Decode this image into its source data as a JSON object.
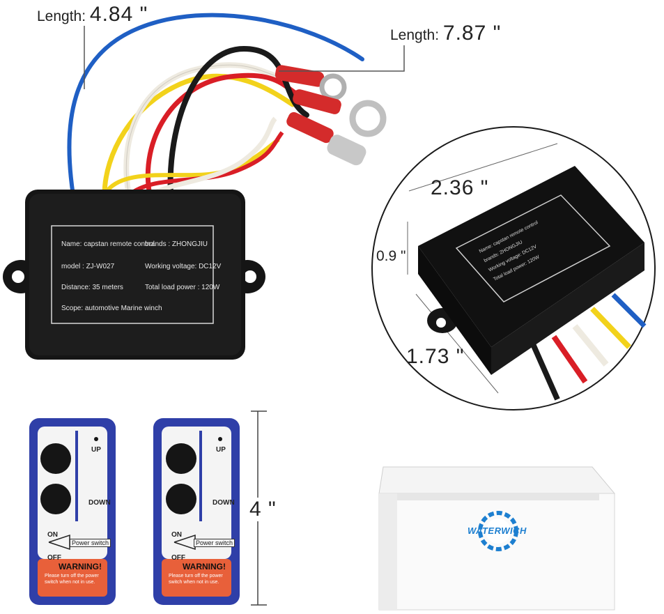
{
  "dimensions": {
    "wire_blue_prefix": "Length: ",
    "wire_blue_value": "4.84 \"",
    "wire_main_prefix": "Length: ",
    "wire_main_value": "7.87 \"",
    "receiver_width": "2.36 \"",
    "receiver_height": "0.9 \"",
    "receiver_depth": "1.73 \"",
    "remote_height": "4 \""
  },
  "receiver_label": {
    "name": "Name: capstan remote control",
    "brand": "brands : ZHONGJIU",
    "model": "model : ZJ-W027",
    "voltage": "Working voltage: DC12V",
    "distance": "Distance: 35 meters",
    "load": "Total load power : 120W",
    "scope": "Scope: automotive Marine winch"
  },
  "remote": {
    "up": "UP",
    "down": "DOWN",
    "on": "ON",
    "off": "OFF",
    "power_switch": "Power switch",
    "warning": "WARNING!",
    "warning_note": "Please turn off the power switch when not in use."
  },
  "box": {
    "brand_logo": "WATERWICH"
  },
  "colors": {
    "receiver_body": "#151515",
    "remote_blue": "#2f3fa8",
    "warning_orange": "#e8603a",
    "wire_blue": "#1f5fc4",
    "wire_yellow": "#f2d21b",
    "wire_red": "#d91e26",
    "logo_blue": "#1d7fd0"
  }
}
